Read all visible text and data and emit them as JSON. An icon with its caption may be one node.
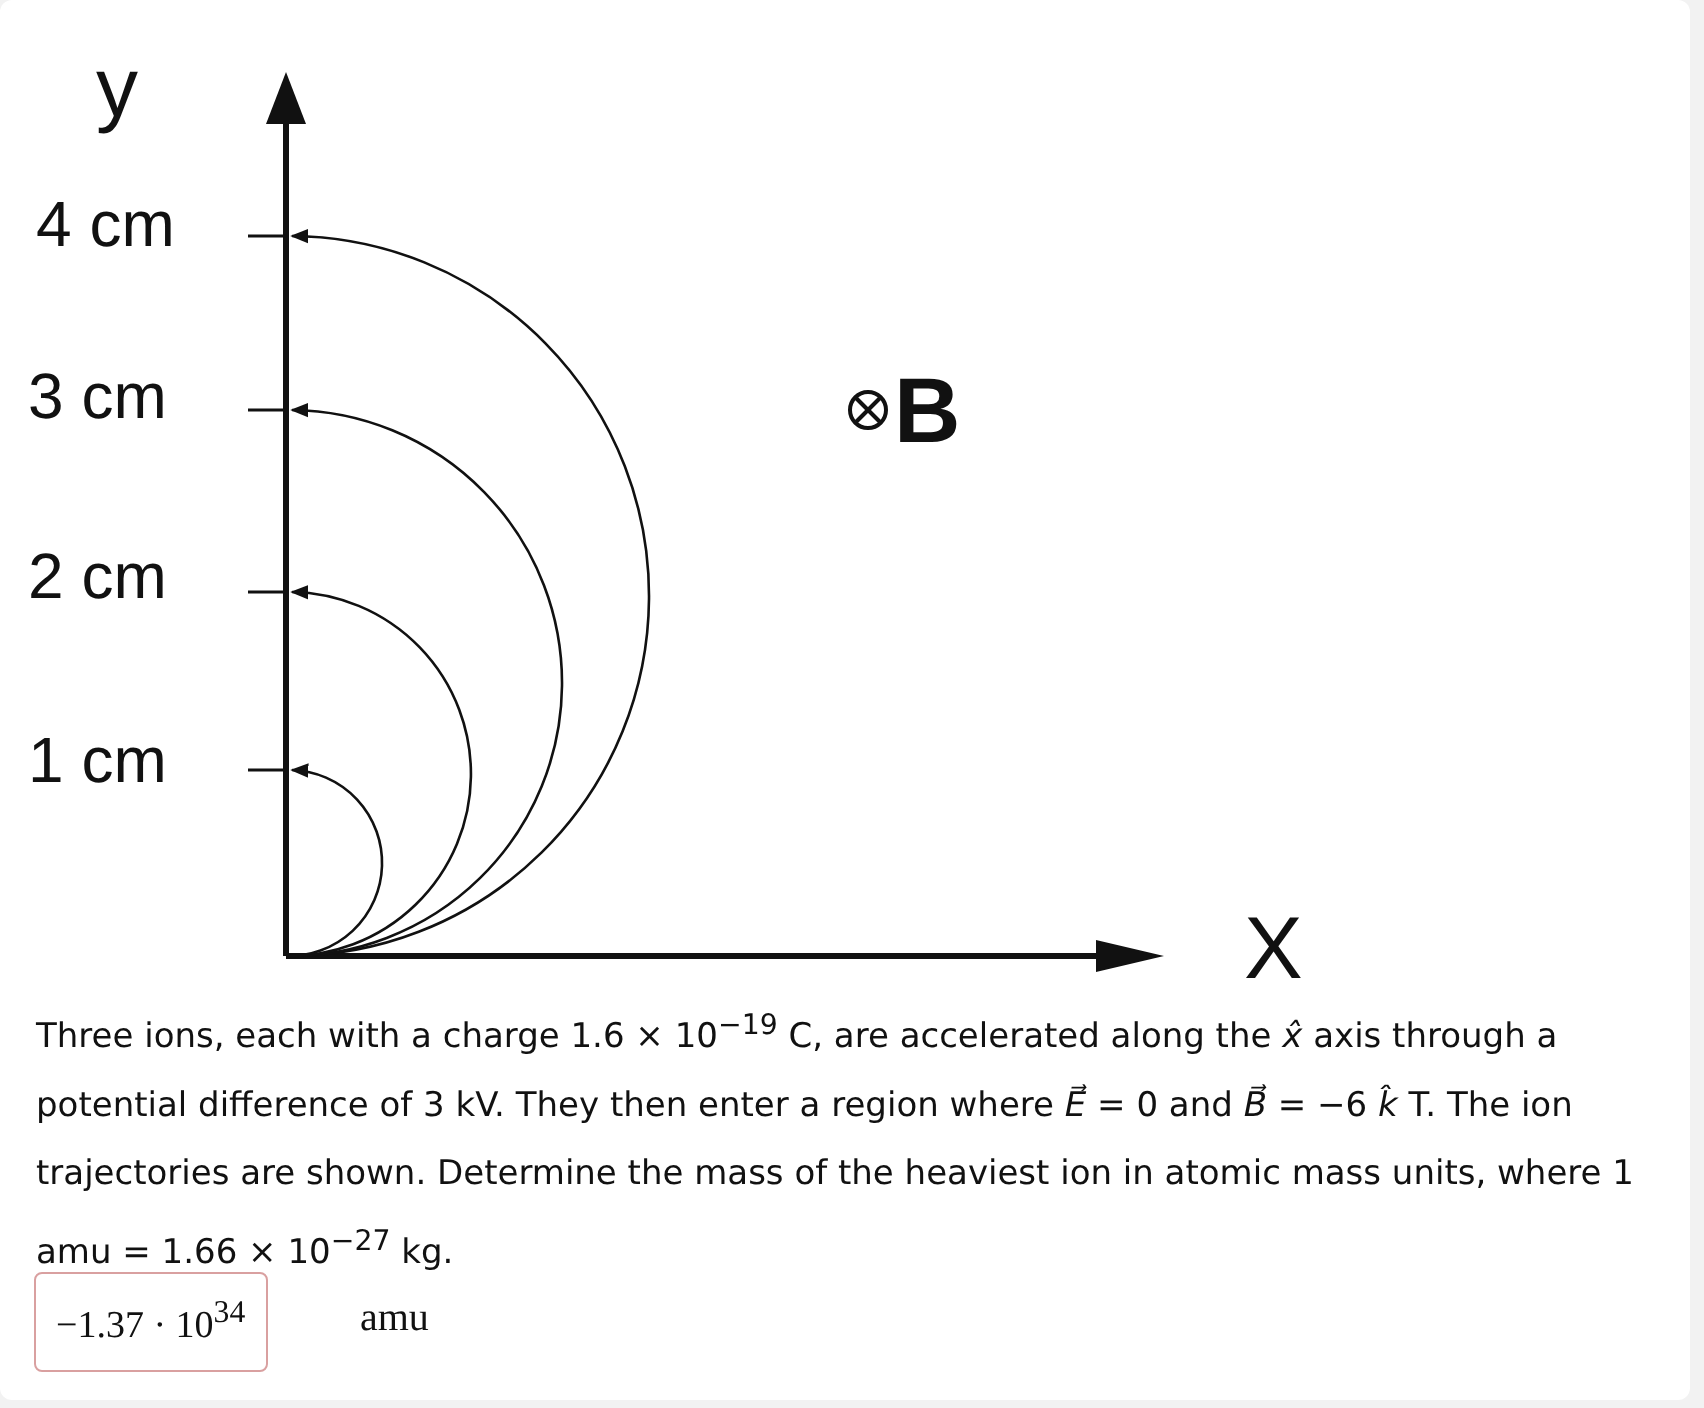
{
  "diagram": {
    "labels": [
      "y",
      "4 cm",
      "3 cm",
      "2 cm",
      "1 cm",
      "B",
      "X",
      "Three ions, each with a charge 1.6 × 10$^{−19}$ C, are accelerated along the *x̂* axis through a potential difference of 3 kV. They then enter a region where *E⃗* = 0 and *B⃗* = −6 *k̂* T. The ion trajectories are shown. Determine the mass of the heaviest ion in atomic mass units, where 1 amu = 1.66 × 10$^{−27}$ kg.",
      "−1.37 · 10$^{34}$",
      "amu"
    ]
  }
}
